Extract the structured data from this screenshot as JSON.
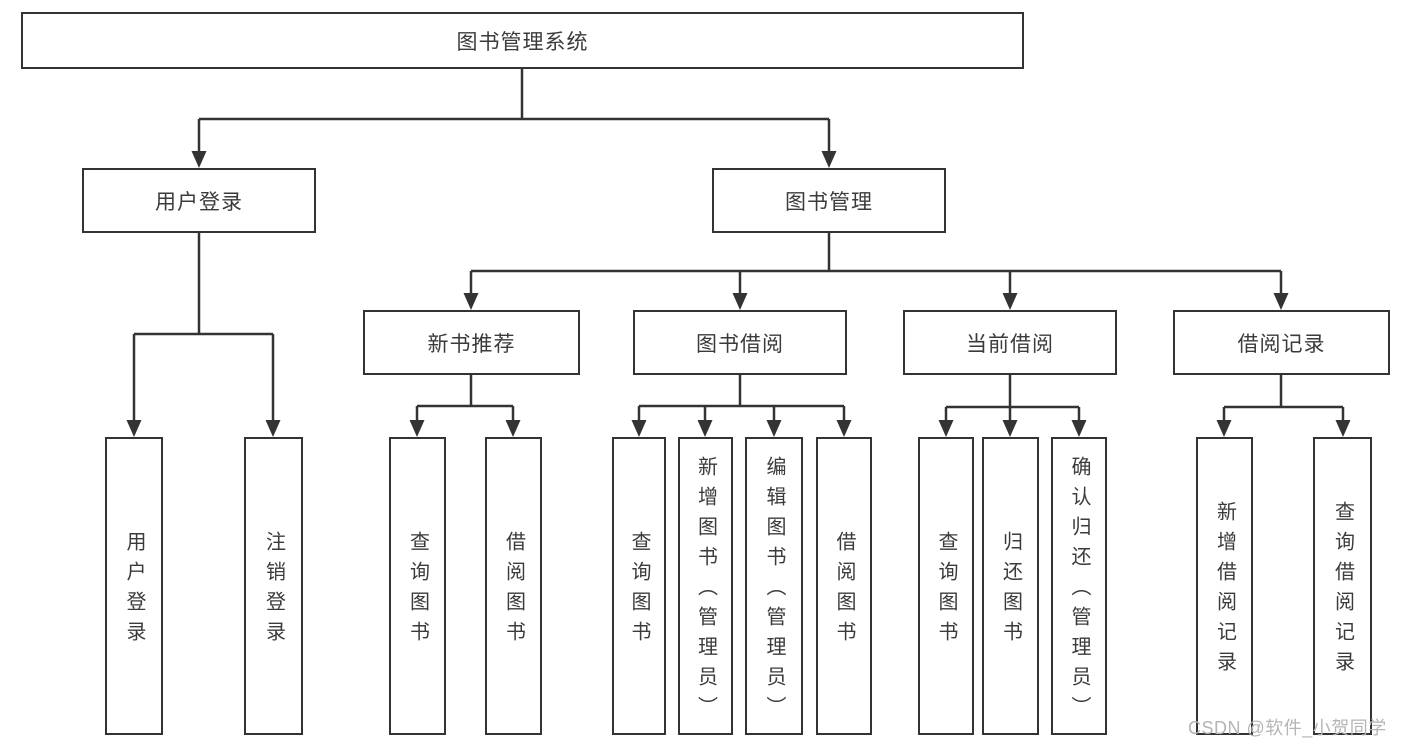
{
  "diagram_title": "图书管理系统",
  "colors": {
    "line": "#333333",
    "box_border": "#333333",
    "text": "#3b3b3b",
    "background": "#ffffff",
    "watermark": "#b5b5b5"
  },
  "tree": {
    "label": "图书管理系统",
    "children": [
      {
        "label": "用户登录",
        "children": [
          {
            "label": "用户登录"
          },
          {
            "label": "注销登录"
          }
        ]
      },
      {
        "label": "图书管理",
        "children": [
          {
            "label": "新书推荐",
            "children": [
              {
                "label": "查询图书"
              },
              {
                "label": "借阅图书"
              }
            ]
          },
          {
            "label": "图书借阅",
            "children": [
              {
                "label": "查询图书"
              },
              {
                "label": "新增图书（管理员）"
              },
              {
                "label": "编辑图书（管理员）"
              },
              {
                "label": "借阅图书"
              }
            ]
          },
          {
            "label": "当前借阅",
            "children": [
              {
                "label": "查询图书"
              },
              {
                "label": "归还图书"
              },
              {
                "label": "确认归还（管理员）"
              }
            ]
          },
          {
            "label": "借阅记录",
            "children": [
              {
                "label": "新增借阅记录"
              },
              {
                "label": "查询借阅记录"
              }
            ]
          }
        ]
      }
    ]
  },
  "watermark": {
    "text": "CSDN @软件_小贺同学"
  }
}
